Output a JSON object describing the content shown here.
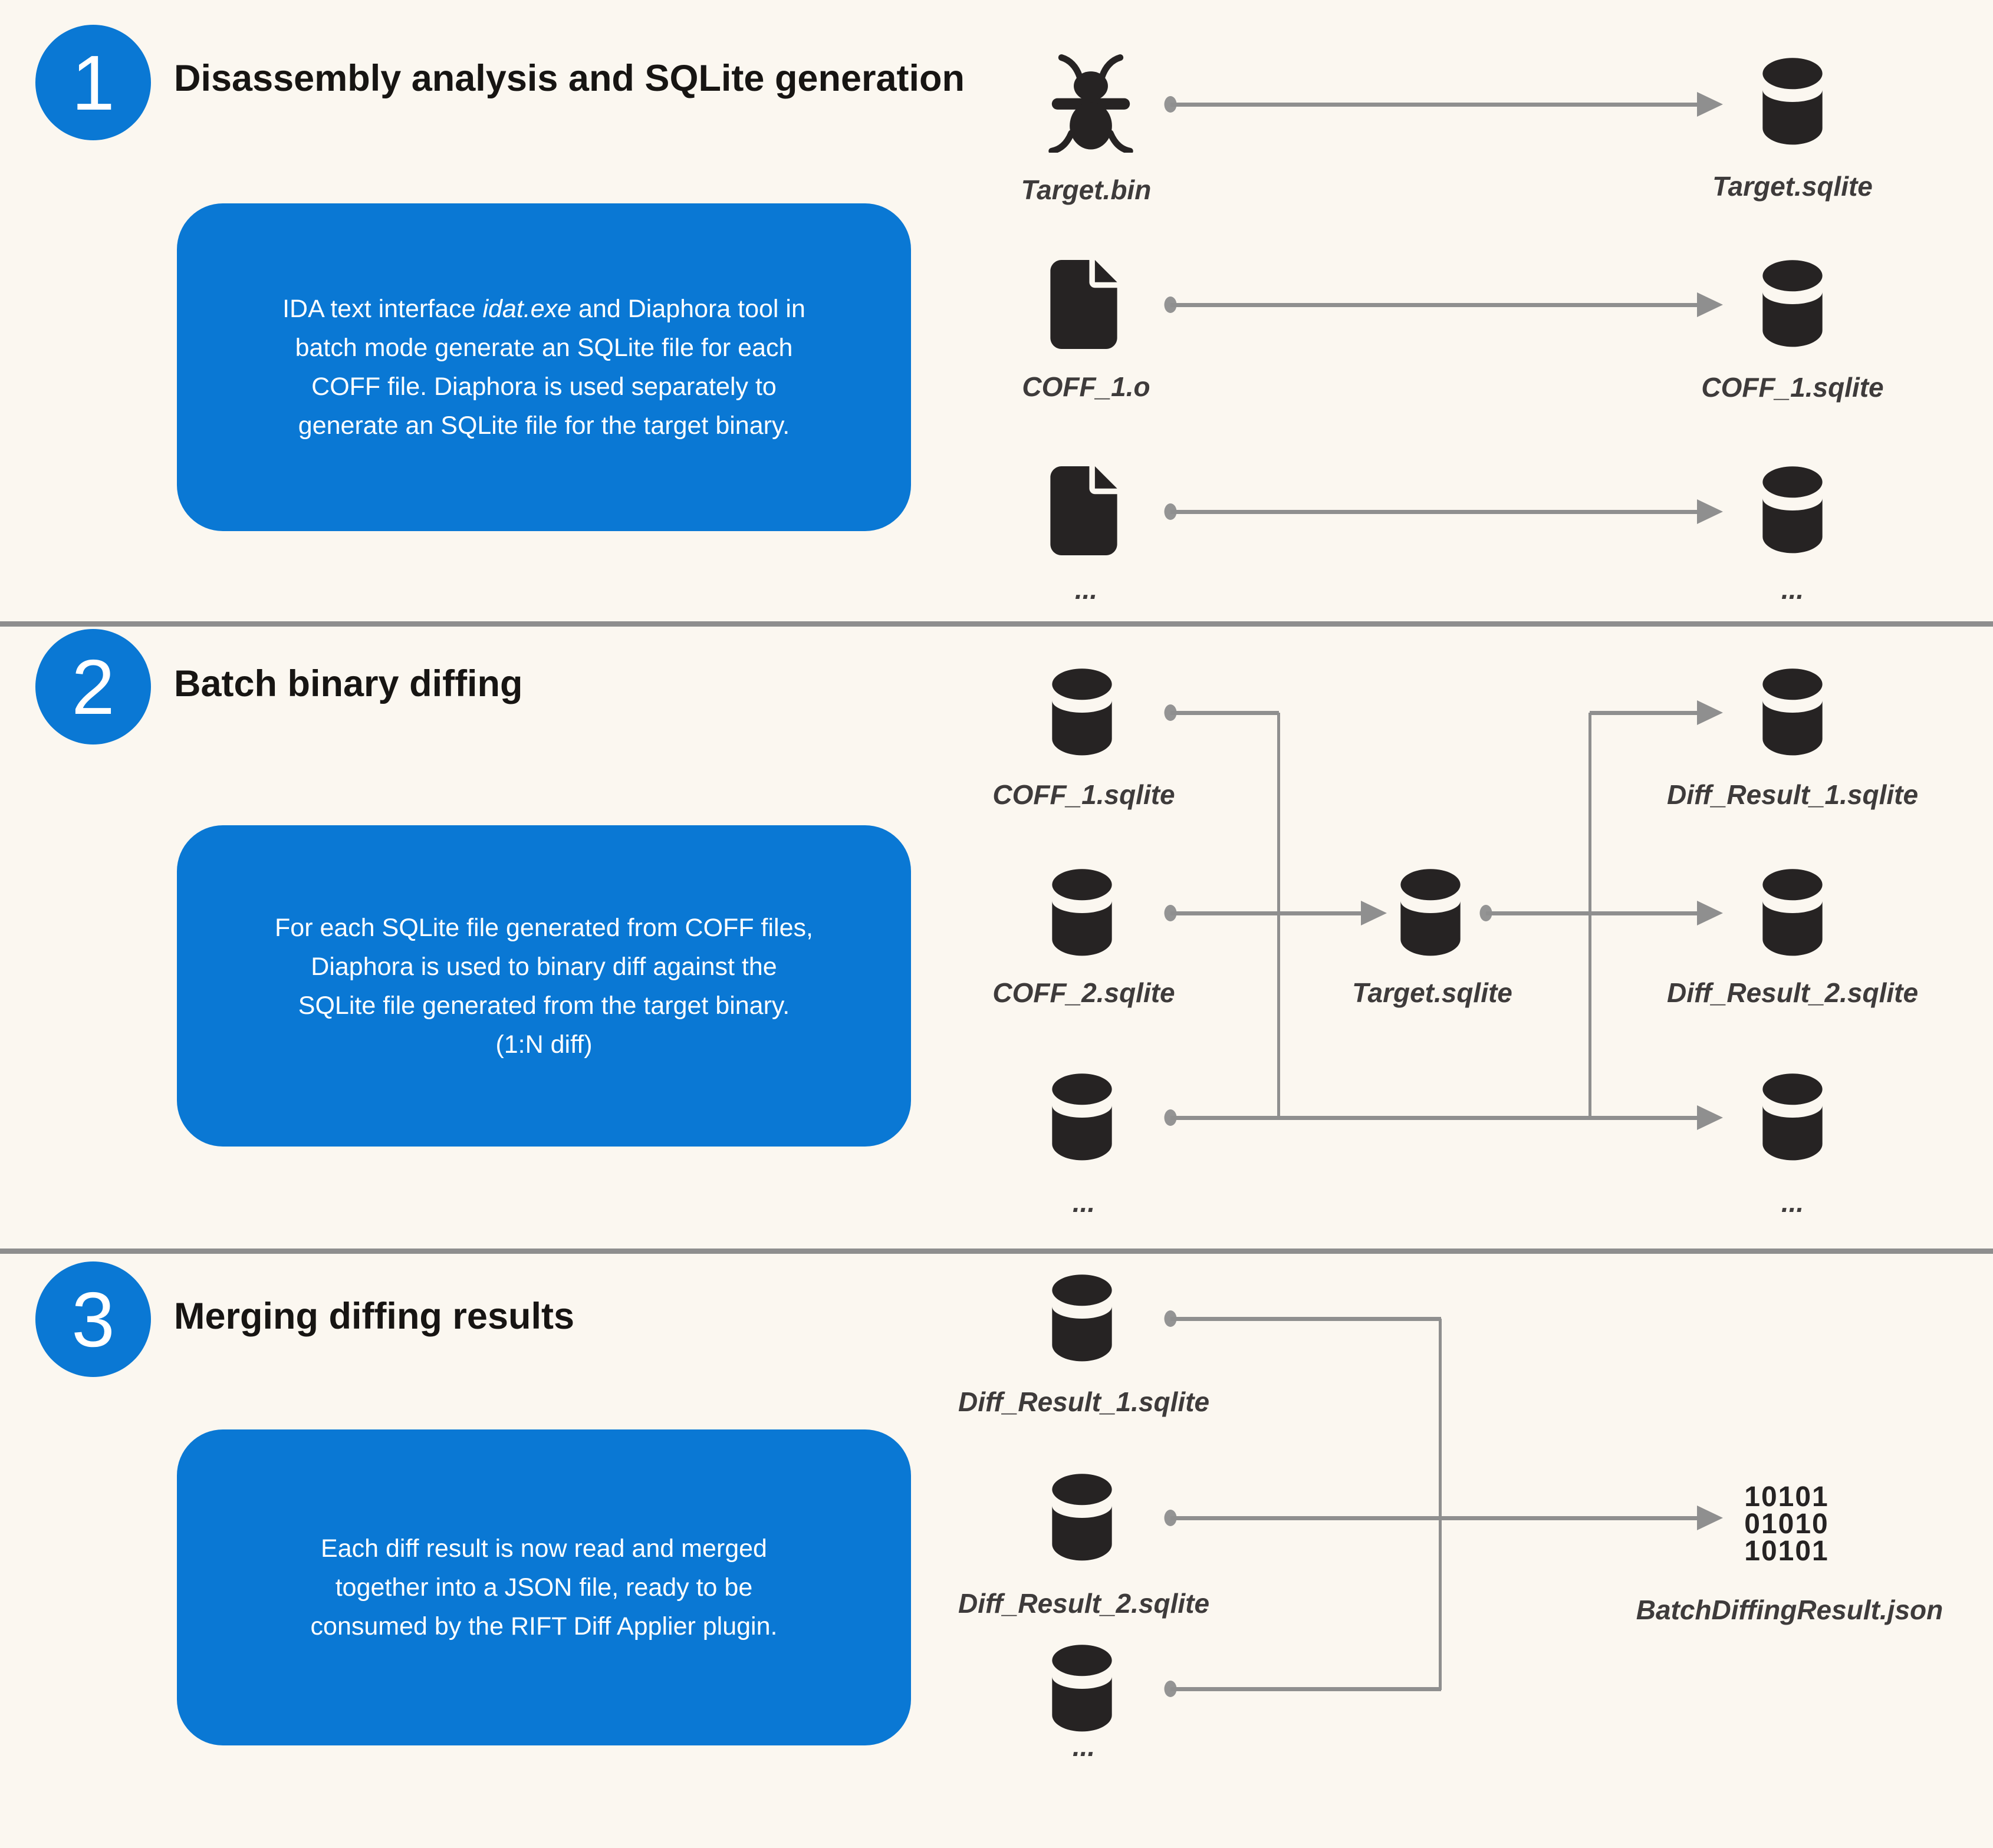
{
  "colors": {
    "background": "#FBF7F0",
    "accent_blue": "#0A78D4",
    "icon_dark": "#262323",
    "line_gray": "#8F8F8F",
    "divider_gray": "#8E8E8E",
    "label_gray": "#3E3B3B",
    "title_dark": "#171513"
  },
  "sections": [
    {
      "number": "1",
      "title": "Disassembly analysis and SQLite generation",
      "note_lines": [
        {
          "pre": "IDA text interface ",
          "italic": "idat.exe",
          "post": " and Diaphora tool in"
        },
        {
          "pre": "batch mode generate an SQLite file for each"
        },
        {
          "pre": "COFF file. Diaphora is used separately to"
        },
        {
          "pre": "generate an SQLite file for the target binary."
        }
      ],
      "rows": [
        {
          "source_label": "Target.bin",
          "target_label": "Target.sqlite"
        },
        {
          "source_label": "COFF_1.o",
          "target_label": "COFF_1.sqlite"
        },
        {
          "source_label": "...",
          "target_label": "..."
        }
      ]
    },
    {
      "number": "2",
      "title": "Batch binary diffing",
      "note_lines": [
        "For each SQLite file generated from COFF files,",
        "Diaphora is used to binary diff against the",
        "SQLite file generated from the target binary.",
        "(1:N diff)"
      ],
      "left_labels": [
        "COFF_1.sqlite",
        "COFF_2.sqlite",
        "..."
      ],
      "center_label": "Target.sqlite",
      "right_labels": [
        "Diff_Result_1.sqlite",
        "Diff_Result_2.sqlite",
        "..."
      ]
    },
    {
      "number": "3",
      "title": "Merging diffing results",
      "note_lines": [
        "Each diff result is now read and merged",
        "together into a JSON file, ready to be",
        "consumed by the RIFT Diff Applier plugin."
      ],
      "left_labels": [
        "Diff_Result_1.sqlite",
        "Diff_Result_2.sqlite",
        "..."
      ],
      "output": {
        "binary_lines": [
          "10101",
          "01010",
          "10101"
        ],
        "label": "BatchDiffingResult.json"
      }
    }
  ]
}
